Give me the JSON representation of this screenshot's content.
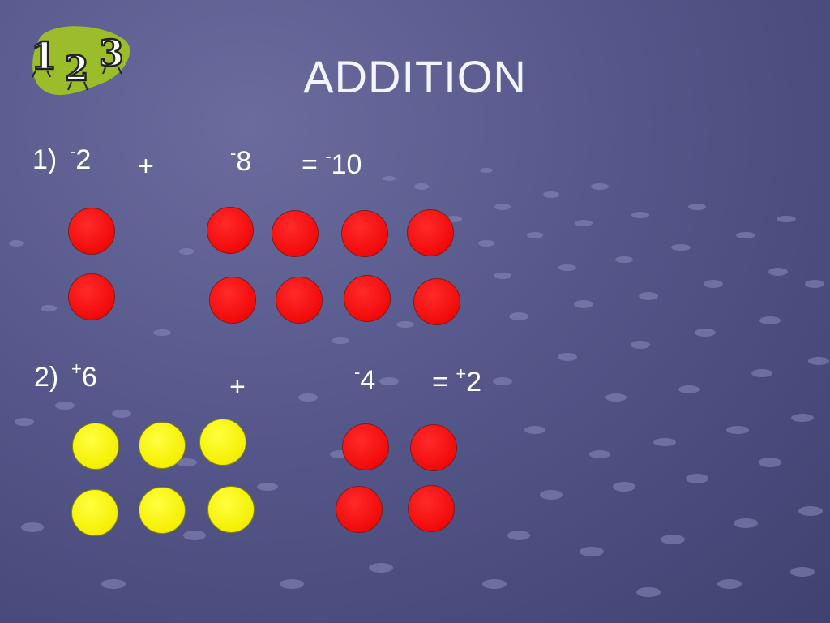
{
  "slide": {
    "title": "ADDITION",
    "logo": {
      "icon": "numbers-123-logo-icon",
      "digits": [
        "1",
        "2",
        "3"
      ],
      "blob_color": "#9cbd2a"
    }
  },
  "problems": [
    {
      "number": "1)",
      "term1": {
        "sign": "-",
        "value": "2"
      },
      "plus": "+",
      "term2": {
        "sign": "-",
        "value": "8"
      },
      "equals": "=",
      "result": {
        "sign": "-",
        "value": "10"
      },
      "group1_counters": {
        "color": "red",
        "count": 2
      },
      "group2_counters": {
        "color": "red",
        "count": 8
      }
    },
    {
      "number": "2)",
      "term1": {
        "sign": "+",
        "value": "6"
      },
      "plus": "+",
      "term2": {
        "sign": "-",
        "value": "4"
      },
      "equals": "=",
      "result": {
        "sign": "+",
        "value": "2"
      },
      "group1_counters": {
        "color": "yellow",
        "count": 6
      },
      "group2_counters": {
        "color": "red",
        "count": 4
      }
    }
  ],
  "colors": {
    "red": "#f20a0a",
    "yellow": "#f4f000",
    "background": "#55578a"
  }
}
